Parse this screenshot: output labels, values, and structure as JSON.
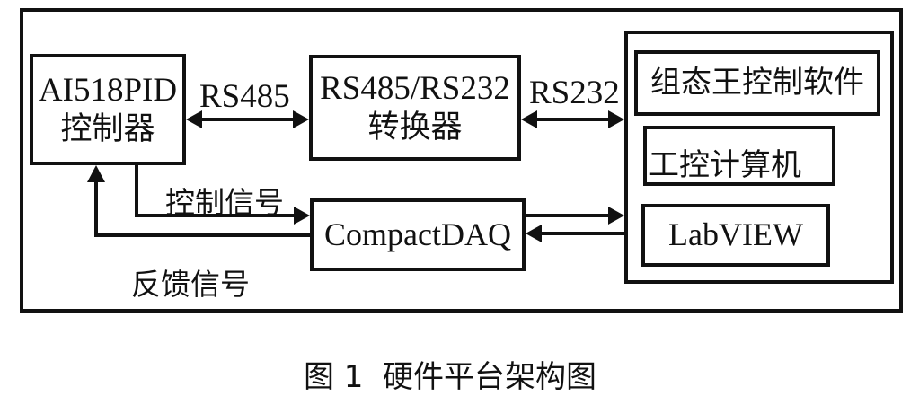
{
  "diagram": {
    "nodes": {
      "controller": {
        "line1": "AI518PID",
        "line2": "控制器"
      },
      "converter": {
        "line1": "RS485/RS232",
        "line2": "转换器"
      },
      "daq": {
        "label": "CompactDAQ"
      },
      "host_software": {
        "label": "组态王控制软件"
      },
      "industrial_pc": {
        "label": "工控计算机"
      },
      "labview": {
        "label": "LabVIEW"
      }
    },
    "edges": {
      "rs485": {
        "label": "RS485",
        "direction": "bidirectional"
      },
      "rs232": {
        "label": "RS232",
        "direction": "bidirectional"
      },
      "control_signal": {
        "label": "控制信号",
        "direction": "controller-to-daq"
      },
      "feedback_signal": {
        "label": "反馈信号",
        "direction": "daq-to-controller"
      },
      "daq_to_pc": {
        "direction": "daq-to-pc"
      },
      "pc_to_daq": {
        "direction": "pc-to-daq"
      }
    }
  },
  "caption": "图 1  硬件平台架构图"
}
